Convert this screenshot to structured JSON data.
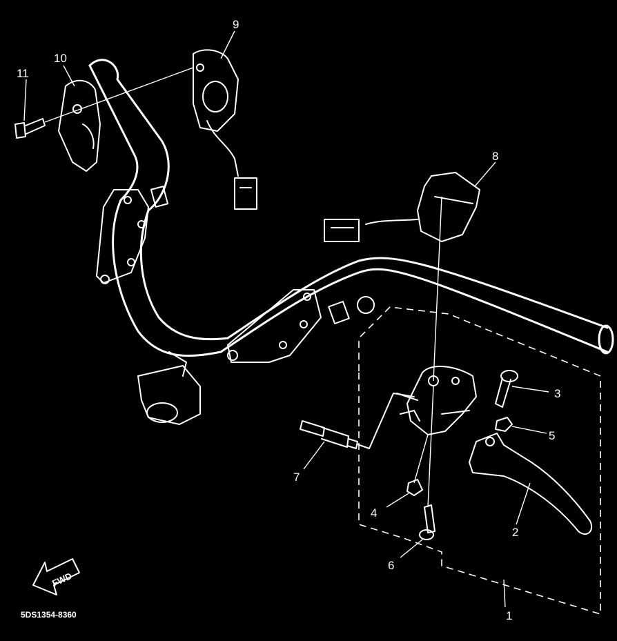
{
  "diagram": {
    "callouts": [
      "1",
      "2",
      "3",
      "4",
      "5",
      "6",
      "7",
      "8",
      "9",
      "10",
      "11"
    ],
    "direction_label": "FWD",
    "drawing_code": "5DS1354-8360"
  },
  "colors": {
    "background": "#000000",
    "lines": "#ffffff"
  },
  "icons": {
    "direction": "forward-arrow-icon"
  }
}
